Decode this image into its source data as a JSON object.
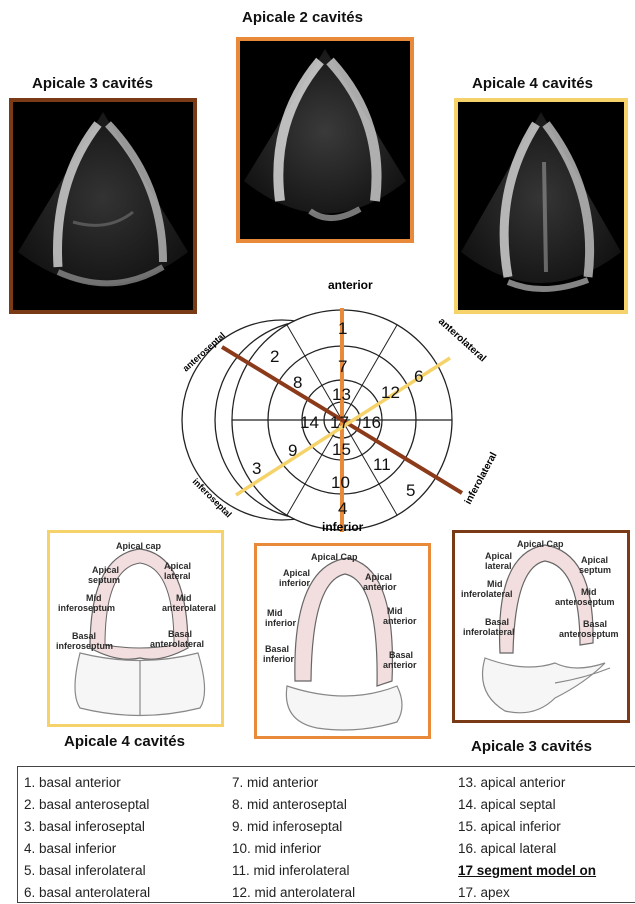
{
  "titles": {
    "apical2_top": "Apicale 2 cavités",
    "apical3_top": "Apicale 3 cavités",
    "apical4_top": "Apicale 4 cavités",
    "apical4_bottom": "Apicale 4 cavités",
    "apical3_bottom": "Apicale 3 cavités"
  },
  "colors": {
    "apical3_frame": "#7a3a16",
    "apical2_frame": "#e88a3a",
    "apical4_frame": "#f5d26a",
    "line_anterior": "#e88a3a",
    "line_anteroseptal": "#8b3a1a",
    "line_inferoseptal": "#f5d26a",
    "myocardium_fill": "#f2dede"
  },
  "bullseye": {
    "wall_labels": {
      "anterior": "anterior",
      "anterolateral": "anterolateral",
      "inferolateral": "inferolateral",
      "inferior": "inferior",
      "inferoseptal": "inferoseptal",
      "anteroseptal": "anteroseptal"
    },
    "segments": [
      "1",
      "2",
      "3",
      "4",
      "5",
      "6",
      "7",
      "8",
      "9",
      "10",
      "11",
      "12",
      "13",
      "14",
      "15",
      "16",
      "17"
    ]
  },
  "view_apical4": {
    "labels": {
      "apical_cap": "Apical cap",
      "apical_septum_1": "Apical",
      "apical_septum_2": "septum",
      "apical_lateral_1": "Apical",
      "apical_lateral_2": "lateral",
      "mid_infero_1": "Mid",
      "mid_infero_2": "inferoseptum",
      "mid_antero_1": "Mid",
      "mid_antero_2": "anterolateral",
      "basal_infero_1": "Basal",
      "basal_infero_2": "inferoseptum",
      "basal_antero_1": "Basal",
      "basal_antero_2": "anterolateral"
    }
  },
  "view_apical2": {
    "labels": {
      "apical_cap": "Apical Cap",
      "apical_inf_1": "Apical",
      "apical_inf_2": "inferior",
      "apical_ant_1": "Apical",
      "apical_ant_2": "anterior",
      "mid_inf_1": "Mid",
      "mid_inf_2": "inferior",
      "mid_ant_1": "Mid",
      "mid_ant_2": "anterior",
      "basal_inf_1": "Basal",
      "basal_inf_2": "inferior",
      "basal_ant_1": "Basal",
      "basal_ant_2": "anterior"
    }
  },
  "view_apical3": {
    "labels": {
      "apical_cap": "Apical Cap",
      "apical_lat_1": "Apical",
      "apical_lat_2": "lateral",
      "apical_sep_1": "Apical",
      "apical_sep_2": "septum",
      "mid_infl_1": "Mid",
      "mid_infl_2": "inferolateral",
      "mid_ants_1": "Mid",
      "mid_ants_2": "anteroseptum",
      "basal_infl_1": "Basal",
      "basal_infl_2": "inferolateral",
      "basal_ants_1": "Basal",
      "basal_ants_2": "anteroseptum"
    }
  },
  "legend": {
    "col1": [
      "1.  basal anterior",
      "2.  basal anteroseptal",
      "3.  basal inferoseptal",
      "4.  basal inferior",
      "5.  basal inferolateral",
      "6. basal anterolateral"
    ],
    "col2": [
      "7.  mid anterior",
      "8.  mid anteroseptal",
      "9.  mid inferoseptal",
      "10.  mid inferior",
      "11.  mid inferolateral",
      "12.  mid anterolateral"
    ],
    "col3": [
      "13.  apical anterior",
      "14.  apical septal",
      "15.  apical inferior",
      "16.  apical lateral"
    ],
    "heading": "17 segment model on",
    "col3_last": "17.  apex"
  }
}
